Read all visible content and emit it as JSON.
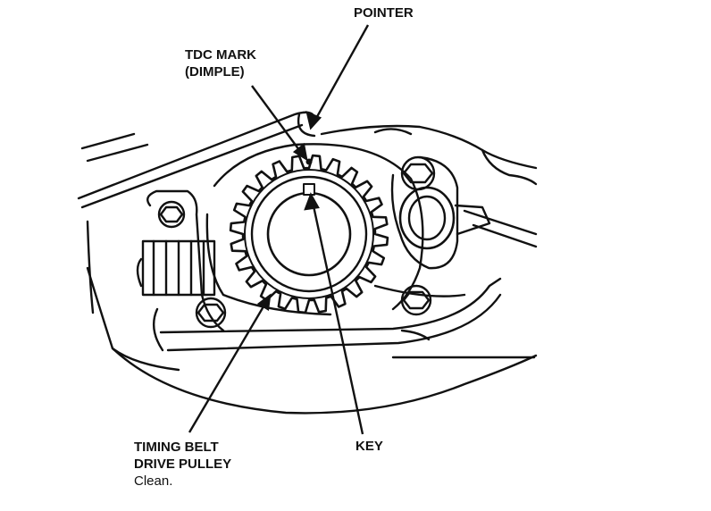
{
  "labels": {
    "pointer": "POINTER",
    "tdc_line1": "TDC MARK",
    "tdc_line2": "(DIMPLE)",
    "key": "KEY",
    "pulley_line1": "TIMING BELT",
    "pulley_line2": "DRIVE PULLEY",
    "pulley_note": "Clean."
  },
  "colors": {
    "ink": "#111111",
    "background": "#ffffff"
  }
}
